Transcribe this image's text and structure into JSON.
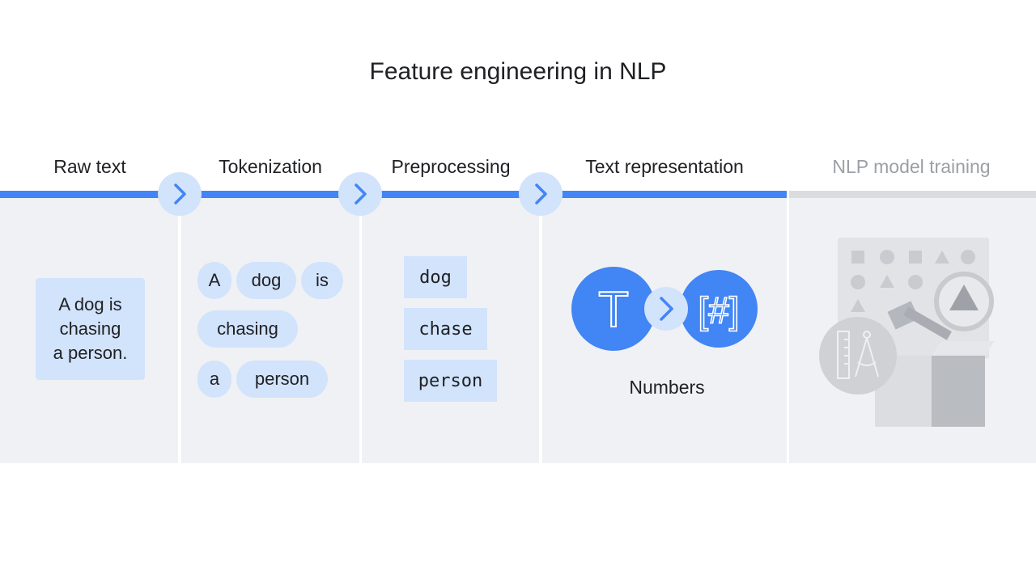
{
  "title": "Feature engineering in NLP",
  "stages": [
    {
      "label": "Raw text",
      "active": true
    },
    {
      "label": "Tokenization",
      "active": true
    },
    {
      "label": "Preprocessing",
      "active": true
    },
    {
      "label": "Text representation",
      "active": true
    },
    {
      "label": "NLP model training",
      "active": false
    }
  ],
  "raw_text": {
    "lines": [
      "A dog is",
      "chasing",
      "a person."
    ]
  },
  "tokens": [
    "A",
    "dog",
    "is",
    "chasing",
    "a",
    "person"
  ],
  "preprocessed": [
    "dog",
    "chase",
    "person"
  ],
  "representation": {
    "text_glyph": "T",
    "number_glyph": "[#]",
    "caption": "Numbers"
  },
  "colors": {
    "accent": "#4285f4",
    "accent_light": "#d2e3fc",
    "panel": "#f0f1f4",
    "inactive": "#9aa0a6"
  },
  "icons": [
    "chevron-right-icon",
    "text-to-number-icon",
    "toolbox-icon",
    "compass-icon",
    "ruler-icon",
    "hammer-icon"
  ]
}
